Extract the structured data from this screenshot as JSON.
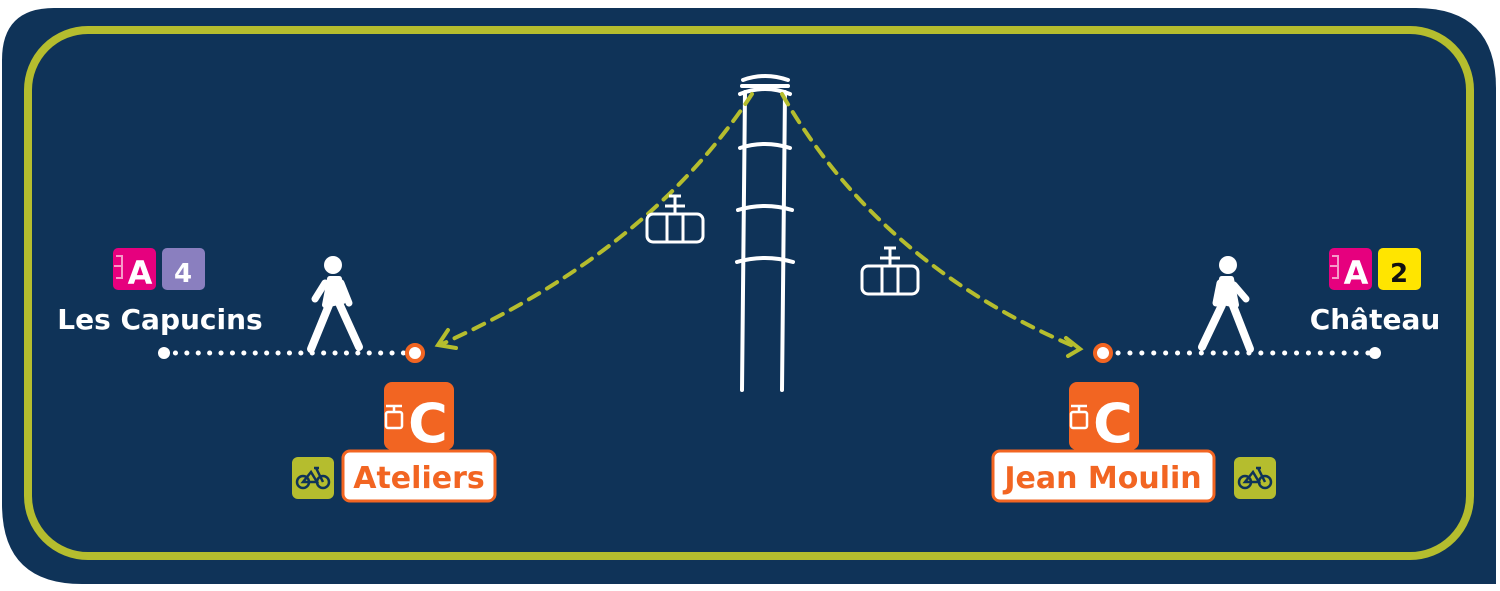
{
  "colors": {
    "background": "#0f3358",
    "border": "#b5bd2e",
    "cable_line": "#b5bd2e",
    "line_c": "#f26522",
    "line_a": "#e6007e",
    "line_4": "#8a7fbf",
    "line_2": "#ffe500",
    "bike": "#b5bd2e"
  },
  "stations": {
    "les_capucins": {
      "name": "Les Capucins",
      "badges": [
        {
          "label": "A",
          "type": "tram"
        },
        {
          "label": "4",
          "type": "bus"
        }
      ]
    },
    "chateau": {
      "name": "Château",
      "badges": [
        {
          "label": "A",
          "type": "tram"
        },
        {
          "label": "2",
          "type": "bus"
        }
      ]
    },
    "ateliers": {
      "name": "Ateliers",
      "line": "C",
      "bike_icon": "bike-icon"
    },
    "jean_moulin": {
      "name": "Jean Moulin",
      "line": "C",
      "bike_icon": "bike-icon"
    }
  }
}
